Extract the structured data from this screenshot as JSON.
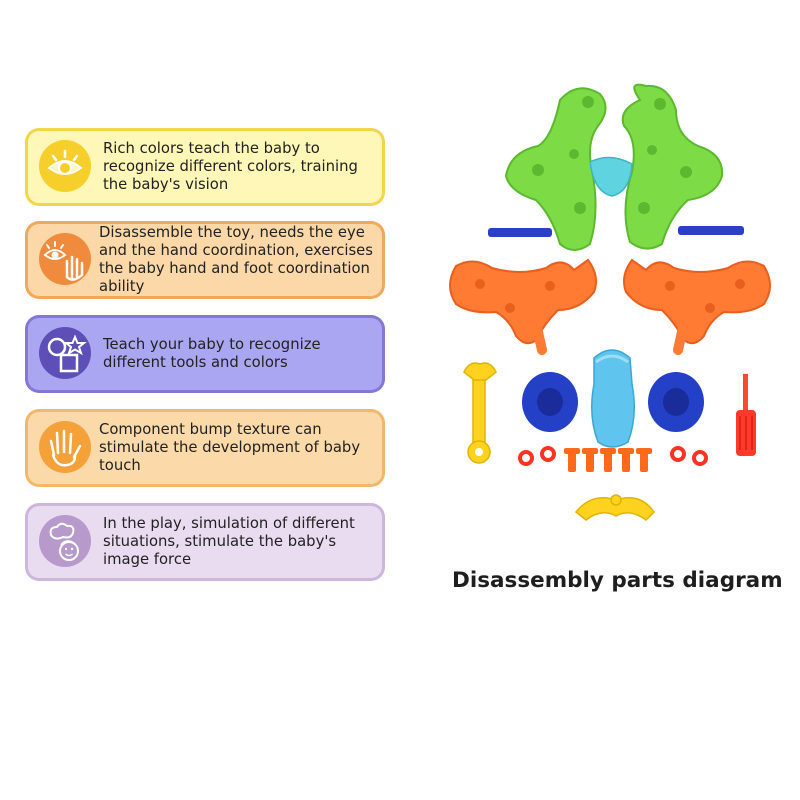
{
  "features": [
    {
      "icon": "eye-icon",
      "text": "Rich colors teach the baby to recognize different colors, training the baby's vision",
      "color": "#f3d44e"
    },
    {
      "icon": "eye-hand-icon",
      "text": "Disassemble the toy, needs the eye and the hand coordination, exercises the baby hand and foot coordination ability",
      "color": "#f0a85a"
    },
    {
      "icon": "shapes-icon",
      "text": "Teach your baby to recognize different tools and colors",
      "color": "#8577d6"
    },
    {
      "icon": "hand-icon",
      "text": "Component bump texture can stimulate the development of baby touch",
      "color": "#f2b76d"
    },
    {
      "icon": "thought-face-icon",
      "text": "In the play, simulation of different situations, stimulate the baby's image force",
      "color": "#cdb6dc"
    }
  ],
  "caption": "Disassembly parts diagram"
}
